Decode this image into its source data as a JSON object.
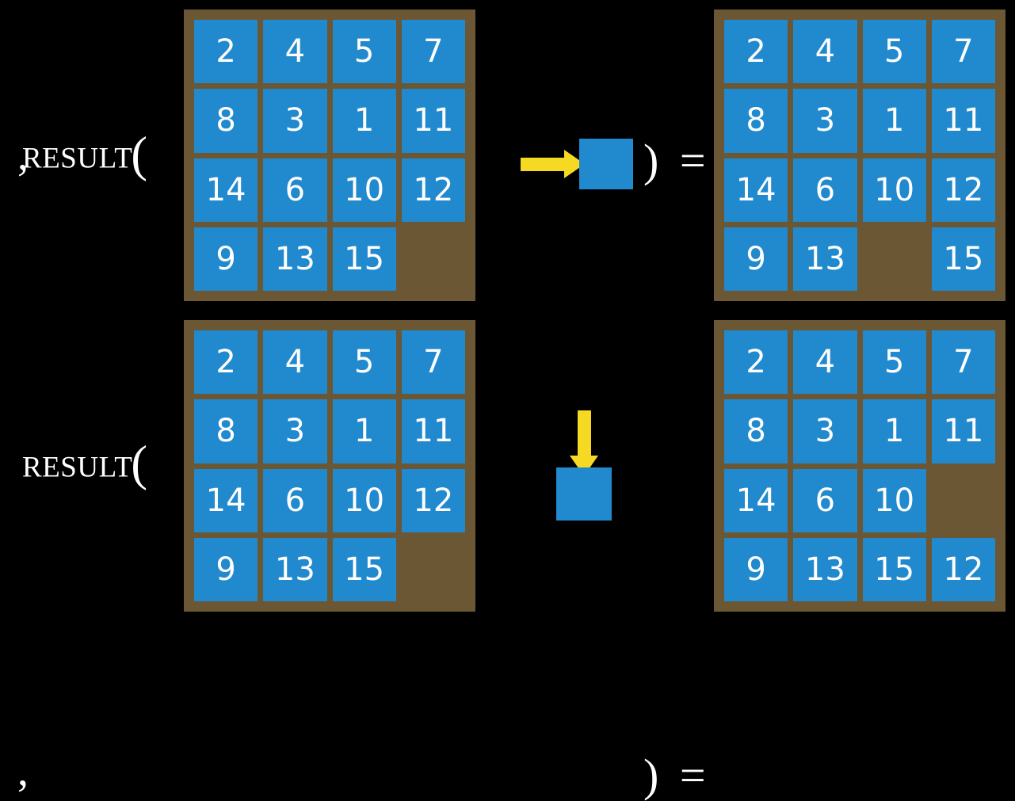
{
  "background_color": "#000000",
  "colors": {
    "tile": "#2189ce",
    "board": "#6b5733",
    "arrow": "#f5d922",
    "text": "#ffffff"
  },
  "rows": [
    {
      "label": "Result",
      "paren_open": "(",
      "comma": ",",
      "close_and_equals": ") =",
      "operation": {
        "arrow_direction": "right",
        "icon_name": "arrow-right-icon",
        "description": "move blank right"
      },
      "input_board": {
        "rows": 4,
        "cols": 4,
        "cells": [
          [
            "2",
            "4",
            "5",
            "7"
          ],
          [
            "8",
            "3",
            "1",
            "11"
          ],
          [
            "14",
            "6",
            "10",
            "12"
          ],
          [
            "9",
            "13",
            "15",
            ""
          ]
        ],
        "blank_position": [
          3,
          3
        ]
      },
      "output_board": {
        "rows": 4,
        "cols": 4,
        "cells": [
          [
            "2",
            "4",
            "5",
            "7"
          ],
          [
            "8",
            "3",
            "1",
            "11"
          ],
          [
            "14",
            "6",
            "10",
            "12"
          ],
          [
            "9",
            "13",
            "",
            "15"
          ]
        ],
        "blank_position": [
          3,
          2
        ]
      }
    },
    {
      "label": "Result",
      "paren_open": "(",
      "comma": ",",
      "close_and_equals": ") =",
      "operation": {
        "arrow_direction": "down",
        "icon_name": "arrow-down-icon",
        "description": "move blank down"
      },
      "input_board": {
        "rows": 4,
        "cols": 4,
        "cells": [
          [
            "2",
            "4",
            "5",
            "7"
          ],
          [
            "8",
            "3",
            "1",
            "11"
          ],
          [
            "14",
            "6",
            "10",
            "12"
          ],
          [
            "9",
            "13",
            "15",
            ""
          ]
        ],
        "blank_position": [
          3,
          3
        ]
      },
      "output_board": {
        "rows": 4,
        "cols": 4,
        "cells": [
          [
            "2",
            "4",
            "5",
            "7"
          ],
          [
            "8",
            "3",
            "1",
            "11"
          ],
          [
            "14",
            "6",
            "10",
            ""
          ],
          [
            "9",
            "13",
            "15",
            "12"
          ]
        ],
        "blank_position": [
          2,
          3
        ]
      }
    }
  ]
}
